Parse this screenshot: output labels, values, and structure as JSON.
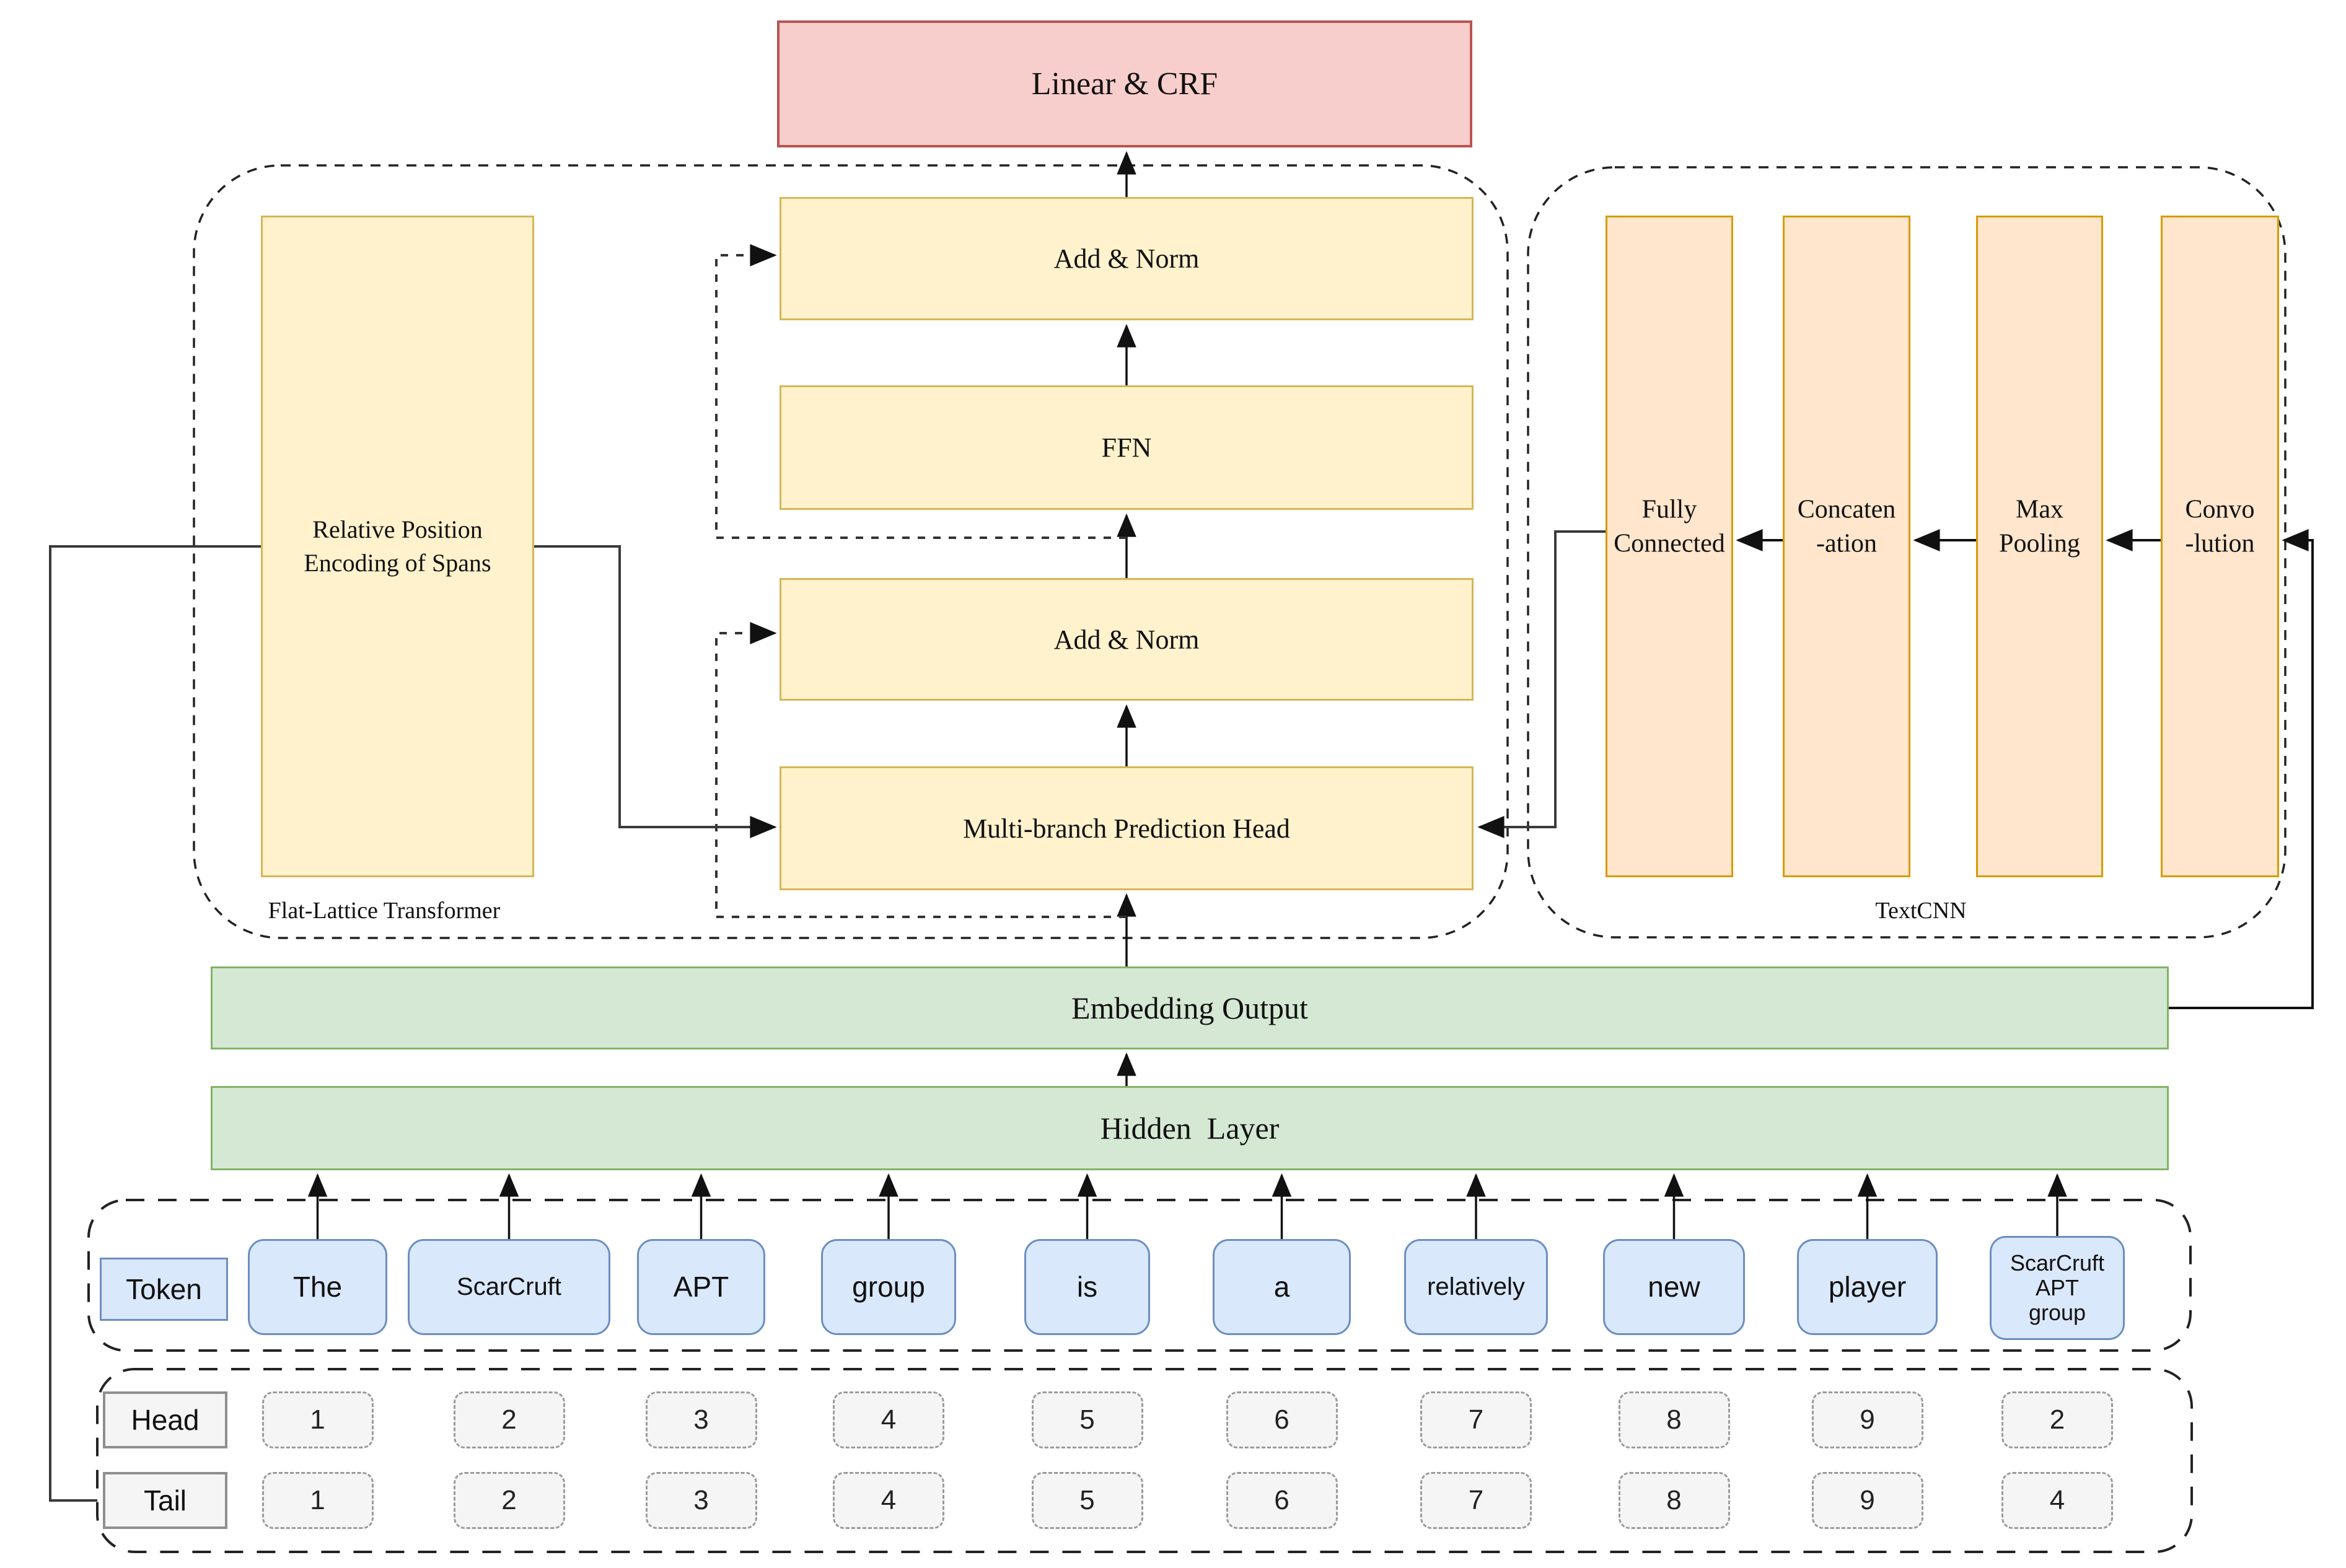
{
  "figure": {
    "type": "model-architecture-diagram",
    "output_block": {
      "label": "Linear & CRF"
    },
    "flat_lattice_transformer": {
      "caption": "Flat-Lattice Transformer",
      "relative_position_encoding": {
        "lines": [
          "Relative Position",
          "Encoding of Spans"
        ]
      },
      "stack": [
        {
          "id": "add-norm-top",
          "label": "Add & Norm"
        },
        {
          "id": "ffn",
          "label": "FFN"
        },
        {
          "id": "add-norm-mid",
          "label": "Add & Norm"
        },
        {
          "id": "multi-branch-prediction-head",
          "label": "Multi-branch Prediction Head"
        }
      ]
    },
    "textcnn": {
      "caption": "TextCNN",
      "stages": [
        {
          "lines": [
            "Fully",
            "Connected"
          ]
        },
        {
          "lines": [
            "Concaten",
            "-ation"
          ]
        },
        {
          "lines": [
            "Max",
            "Pooling"
          ]
        },
        {
          "lines": [
            "Convo",
            "-lution"
          ]
        }
      ]
    },
    "embedding_output": {
      "label": "Embedding Output"
    },
    "hidden_layer": {
      "label": "Hidden  Layer"
    },
    "token_row": {
      "label": "Token",
      "tokens": [
        "The",
        "ScarCruft",
        "APT",
        "group",
        "is",
        "a",
        "relatively",
        "new",
        "player",
        "ScarCruft APT group"
      ]
    },
    "head_row": {
      "label": "Head",
      "values": [
        "1",
        "2",
        "3",
        "4",
        "5",
        "6",
        "7",
        "8",
        "9",
        "2"
      ]
    },
    "tail_row": {
      "label": "Tail",
      "values": [
        "1",
        "2",
        "3",
        "4",
        "5",
        "6",
        "7",
        "8",
        "9",
        "4"
      ]
    },
    "colors": {
      "output_fill": "#f8cecc",
      "output_stroke": "#b85450",
      "transformer_fill": "#fff2cc",
      "transformer_stroke": "#d6b656",
      "textcnn_fill": "#ffe6cc",
      "textcnn_stroke": "#d79b00",
      "embedding_fill": "#d5e8d4",
      "embedding_stroke": "#82b366",
      "token_fill": "#dae8fc",
      "token_stroke": "#6c8ebf",
      "index_fill": "#f5f5f5",
      "index_stroke": "#8f8f8f",
      "wire": "#333333"
    }
  }
}
